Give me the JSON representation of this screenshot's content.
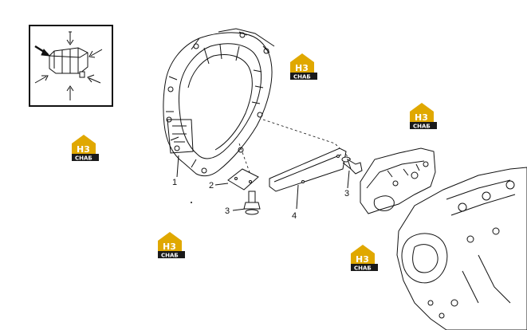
{
  "callouts": {
    "c1": "1",
    "c2": "2",
    "c3a": "3",
    "c3b": "3",
    "c4": "4"
  },
  "watermark": {
    "letters": "H3",
    "sub": "CHAБ",
    "colors": {
      "accent": "#e0a800",
      "dark": "#1a1a1a",
      "text": "#ffffff"
    }
  },
  "colors": {
    "line": "#1a1a1a",
    "paper": "#ffffff"
  },
  "inset": {
    "icon": "component-direction-icon"
  }
}
